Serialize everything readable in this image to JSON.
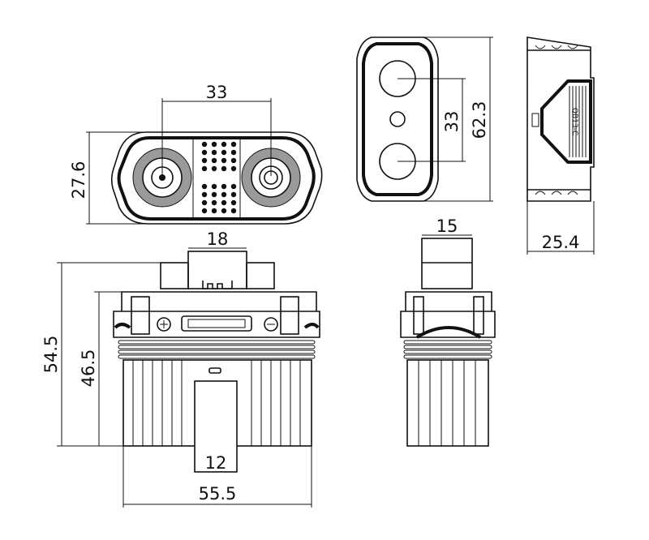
{
  "dimensions": {
    "top_pin_spacing": "33",
    "top_height": "27.6",
    "end_pin_spacing": "33",
    "end_length": "62.3",
    "side_depth": "25.4",
    "front_tab_width": "18",
    "front_total_height": "54.5",
    "front_body_height": "46.5",
    "front_slot_width": "12",
    "front_total_width": "55.5",
    "side_tab_width": "15"
  },
  "labels": {
    "side_marking": "QB13-C"
  },
  "colors": {
    "line": "#111111",
    "background": "#ffffff"
  }
}
